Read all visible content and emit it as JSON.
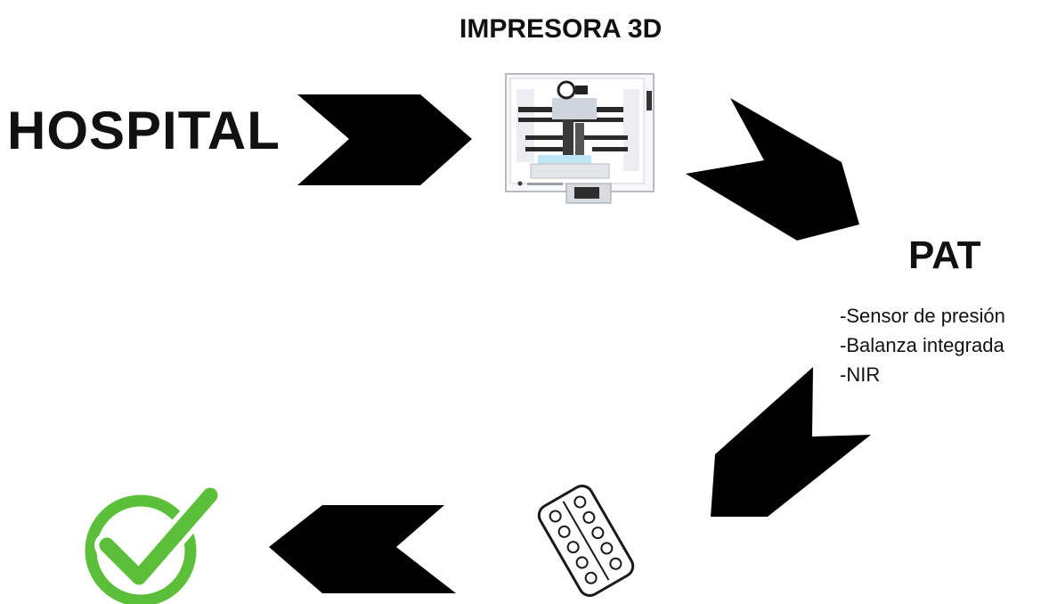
{
  "nodes": {
    "hospital": "HOSPITAL",
    "printer": "IMPRESORA 3D",
    "pat": "PAT"
  },
  "pat_sensors": [
    "-Sensor de presión",
    "-Balanza integrada",
    "-NIR"
  ],
  "icons": {
    "printer": "3d-printer-icon",
    "tablets": "pill-blister-icon",
    "approved": "green-checkmark-icon"
  },
  "colors": {
    "arrow": "#000000",
    "check": "#5cbf3a"
  }
}
